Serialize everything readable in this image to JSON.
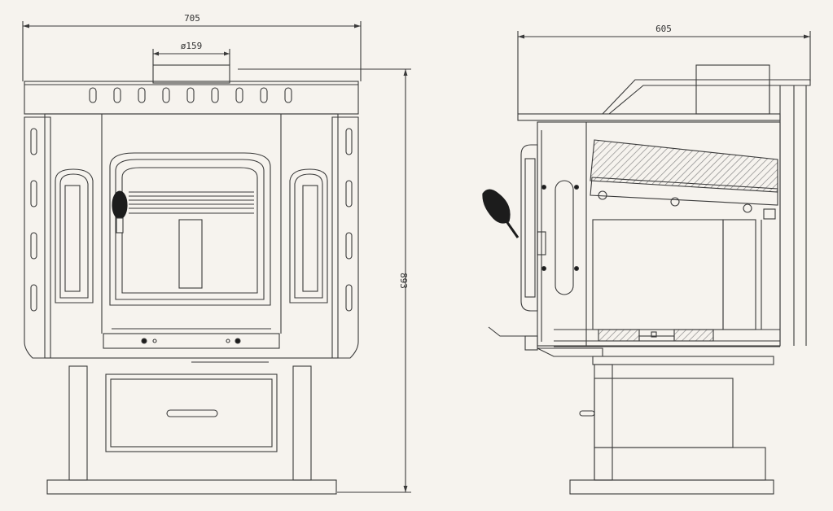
{
  "dimensions": {
    "front_width": "705",
    "flue_diameter": "ø159",
    "total_height": "893",
    "side_depth": "605"
  },
  "colors": {
    "background": "#f6f3ee",
    "line": "#3a3a3a",
    "hatch": "#8a8a8a",
    "dark": "#1c1c1c"
  }
}
